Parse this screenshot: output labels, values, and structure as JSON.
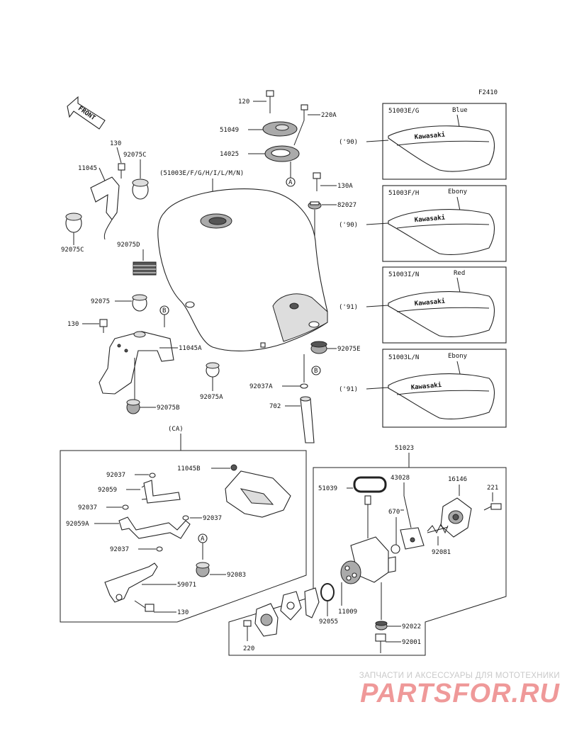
{
  "figure_code": "F2410",
  "front_label": "FRONT",
  "main_tank_label": "(51003E/F/G/H/I/L/M/N)",
  "ca_label": "(CA)",
  "callout_a": "A",
  "callout_b": "B",
  "parts": {
    "p120": "120",
    "p220a": "220A",
    "p51049": "51049",
    "p14025": "14025",
    "p130a": "130A",
    "p82027": "82027",
    "p130_top": "130",
    "p92075c_top": "92075C",
    "p11045": "11045",
    "p92075c_bot": "92075C",
    "p92075d": "92075D",
    "p92075": "92075",
    "p130_mid": "130",
    "p11045a": "11045A",
    "p92075e": "92075E",
    "p92075a": "92075A",
    "p92037a": "92037A",
    "p702": "702",
    "p92075b": "92075B",
    "p51023": "51023",
    "p11045b": "11045B",
    "p92037_1": "92037",
    "p92059": "92059",
    "p92037_2": "92037",
    "p92037_3": "92037",
    "p92059a": "92059A",
    "p92037_4": "92037",
    "p92083": "92083",
    "p59071": "59071",
    "p130_ca": "130",
    "p51039": "51039",
    "p43028": "43028",
    "p670": "670",
    "p16146": "16146",
    "p221": "221",
    "p92081": "92081",
    "p11009": "11009",
    "p92055": "92055",
    "p92022": "92022",
    "p92001": "92001",
    "p220": "220"
  },
  "variants": [
    {
      "code": "51003E/G",
      "color": "Blue",
      "year": "('90)",
      "brand": "Kawasaki"
    },
    {
      "code": "51003F/H",
      "color": "Ebony",
      "year": "('90)",
      "brand": "Kawasaki"
    },
    {
      "code": "51003I/N",
      "color": "Red",
      "year": "('91)",
      "brand": "Kawasaki"
    },
    {
      "code": "51003L/N",
      "color": "Ebony",
      "year": "('91)",
      "brand": "Kawasaki"
    }
  ],
  "watermark": {
    "line1": "ЗАПЧАСТИ И АКСЕССУАРЫ ДЛЯ МОТОТЕХНИКИ",
    "line2": "PARTSFOR.RU"
  }
}
